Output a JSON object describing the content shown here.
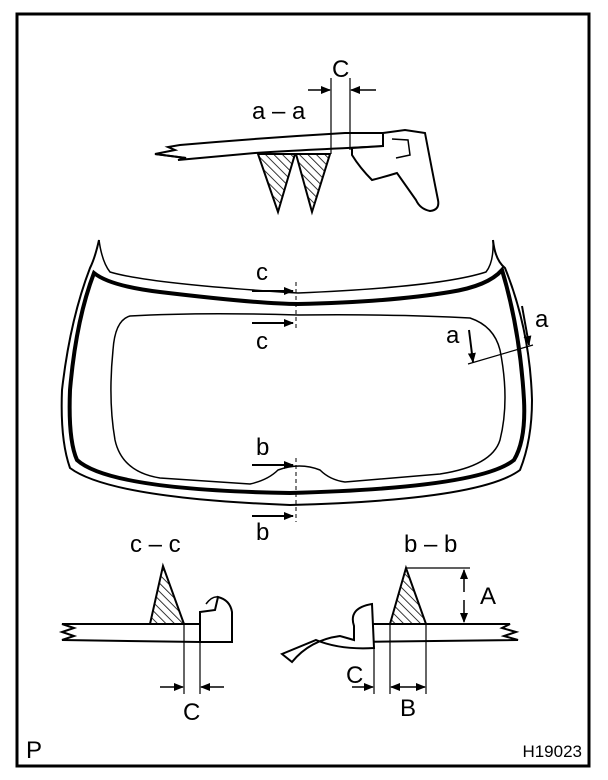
{
  "labels": {
    "section_aa": "a – a",
    "section_cc": "c – c",
    "section_bb": "b – b",
    "dim_C": "C",
    "dim_A": "A",
    "dim_B": "B",
    "cut_a": "a",
    "cut_b": "b",
    "cut_c": "c"
  },
  "footer": {
    "left": "P",
    "right": "H19023"
  }
}
